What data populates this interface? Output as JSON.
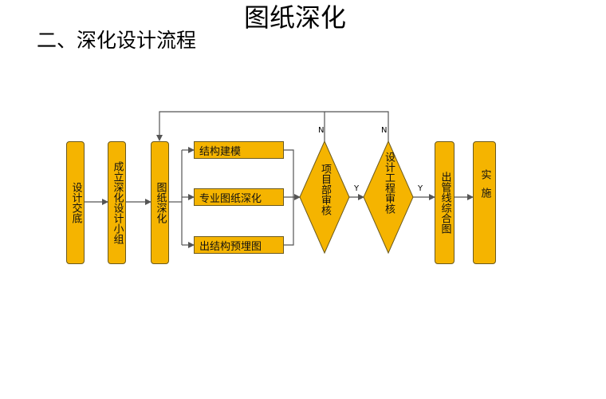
{
  "header": {
    "title": "图纸深化",
    "subtitle": "二、深化设计流程"
  },
  "flow": {
    "steps": {
      "design_briefing": "设计交底",
      "setup_team": "成立深化设计小组",
      "drawing_deepening": "图纸深化",
      "structure_modeling": "结构建模",
      "specialty_drawing": "专业图纸深化",
      "embedded_drawing": "出结构预埋图",
      "project_review": "项目部审核",
      "design_review": "设计工程审核",
      "pipeline_drawing": "出管线综合图",
      "implementation": "实施"
    },
    "labels": {
      "no_1": "N",
      "no_2": "N",
      "yes_1": "Y",
      "yes_2": "Y"
    },
    "colors": {
      "box_fill": "#f5b400",
      "box_border": "#6b5a1e",
      "line": "#555555"
    }
  }
}
